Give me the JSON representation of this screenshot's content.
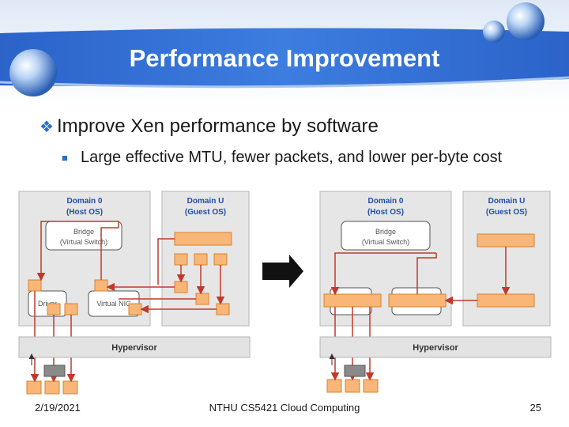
{
  "slide": {
    "title": "Performance Improvement",
    "bullet_level1": "Improve Xen performance by software",
    "bullet_level2": "Large effective MTU, fewer packets, and lower per-byte cost",
    "bullet1_marker": "❖",
    "bullet2_marker": "■"
  },
  "diagram": {
    "left": {
      "domain0_title": "Domain 0",
      "domain0_subtitle": "(Host OS)",
      "domainu_title": "Domain U",
      "domainu_subtitle": "(Guest OS)",
      "bridge_title": "Bridge",
      "bridge_subtitle": "(Virtual Switch)",
      "driver_label": "Driver",
      "vnic_label": "Virtual NIC",
      "hypervisor_label": "Hypervisor"
    },
    "right": {
      "domain0_title": "Domain 0",
      "domain0_subtitle": "(Host OS)",
      "domainu_title": "Domain U",
      "domainu_subtitle": "(Guest OS)",
      "bridge_title": "Bridge",
      "bridge_subtitle": "(Virtual Switch)",
      "hypervisor_label": "Hypervisor"
    },
    "colors": {
      "domain_box": "#e6e6e6",
      "packet_fill": "#f8b778",
      "packet_stroke": "#d9822b",
      "arrow": "#c0392b",
      "header_blue": "#1f4fa8"
    }
  },
  "footer": {
    "date": "2/19/2021",
    "course": "NTHU CS5421 Cloud Computing",
    "page": "25"
  }
}
